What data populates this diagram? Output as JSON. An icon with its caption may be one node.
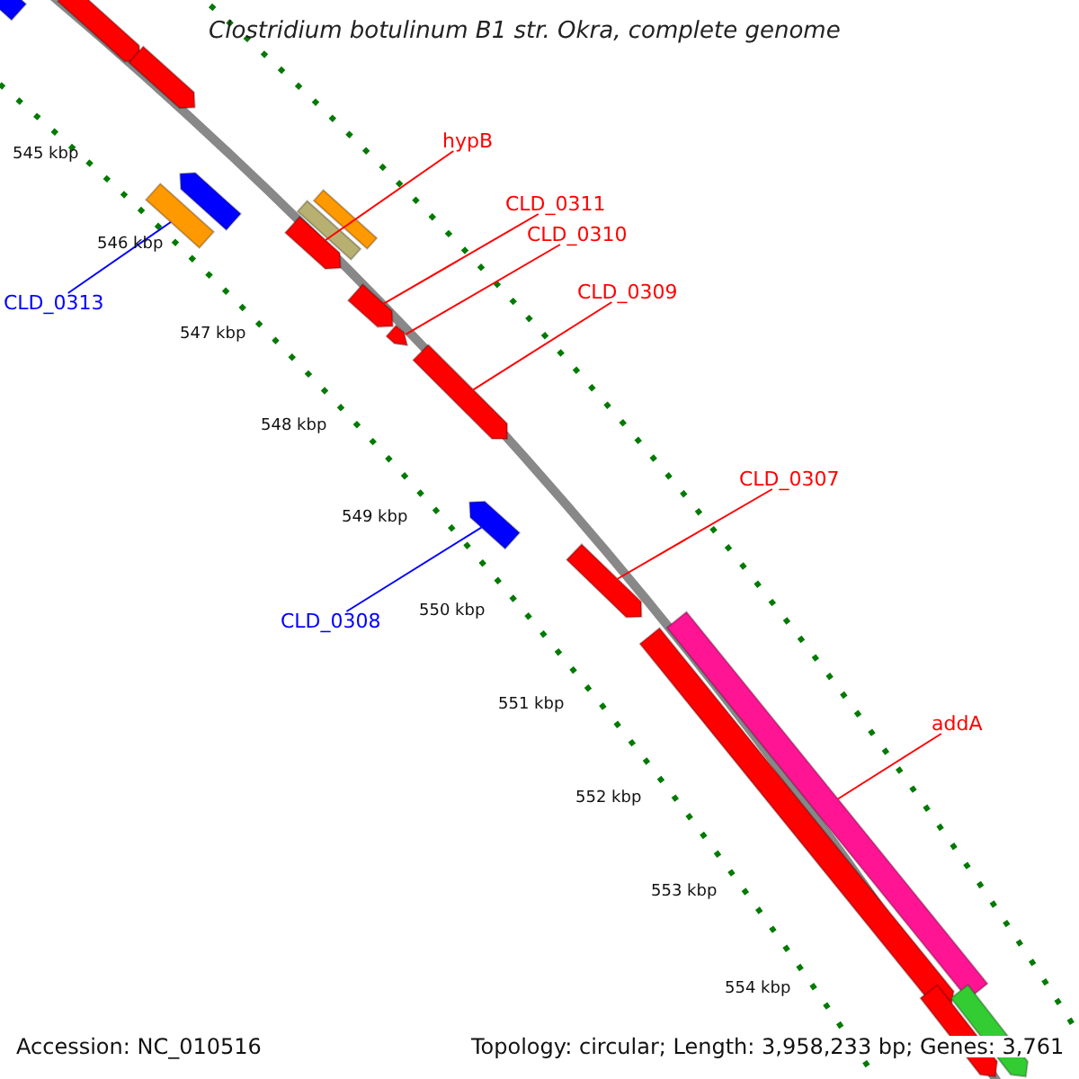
{
  "diagram": {
    "title": "Clostridium botulinum B1 str. Okra, complete genome",
    "nodes": [
      {
        "text": [
          "hypB"
        ]
      },
      {
        "text": [
          "CLD_0311"
        ]
      },
      {
        "text": [
          "CLD_0310"
        ]
      },
      {
        "text": [
          "CLD_0309"
        ]
      },
      {
        "text": [
          "CLD_0313"
        ]
      },
      {
        "text": [
          "CLD_0307"
        ]
      },
      {
        "text": [
          "CLD_0308"
        ]
      },
      {
        "text": [
          "addA"
        ]
      },
      {
        "text": [],
        "shape": "arrow"
      },
      {
        "text": [],
        "shape": "arrow"
      },
      {
        "text": [],
        "shape": "arrow"
      },
      {
        "text": [],
        "shape": "arrow"
      },
      {
        "text": [],
        "shape": "bar"
      },
      {
        "text": [],
        "shape": "bar"
      },
      {
        "text": [],
        "shape": "bar"
      },
      {
        "text": [],
        "shape": "arrow"
      },
      {
        "text": [],
        "shape": "arrow"
      },
      {
        "text": [],
        "shape": "arrow"
      },
      {
        "text": [],
        "shape": "arrow"
      },
      {
        "text": [],
        "shape": "arrow"
      },
      {
        "text": [],
        "shape": "arrow"
      },
      {
        "text": [],
        "shape": "bar"
      },
      {
        "text": [],
        "shape": "arrow"
      },
      {
        "text": [],
        "shape": "arrow"
      },
      {
        "text": [],
        "shape": "arrow"
      }
    ],
    "edges": [
      {
        "from": 0,
        "to": 15,
        "arrow": "none"
      },
      {
        "from": 1,
        "to": 16,
        "arrow": "none"
      },
      {
        "from": 2,
        "to": 17,
        "arrow": "none"
      },
      {
        "from": 3,
        "to": 18,
        "arrow": "none"
      },
      {
        "from": 4,
        "to": 12,
        "arrow": "none",
        "color": "#0000ff"
      },
      {
        "from": 5,
        "to": 20,
        "arrow": "none"
      },
      {
        "from": 6,
        "to": 19,
        "arrow": "none",
        "color": "#0000ff"
      },
      {
        "from": 7,
        "to": 21,
        "arrow": "none"
      }
    ],
    "labels": [
      "545 kbp",
      "546 kbp",
      "547 kbp",
      "548 kbp",
      "549 kbp",
      "550 kbp",
      "551 kbp",
      "552 kbp",
      "553 kbp",
      "554 kbp",
      "Accession: NC_010516",
      "Topology: circular; Length: 3,958,233 bp; Genes: 3,761"
    ]
  }
}
